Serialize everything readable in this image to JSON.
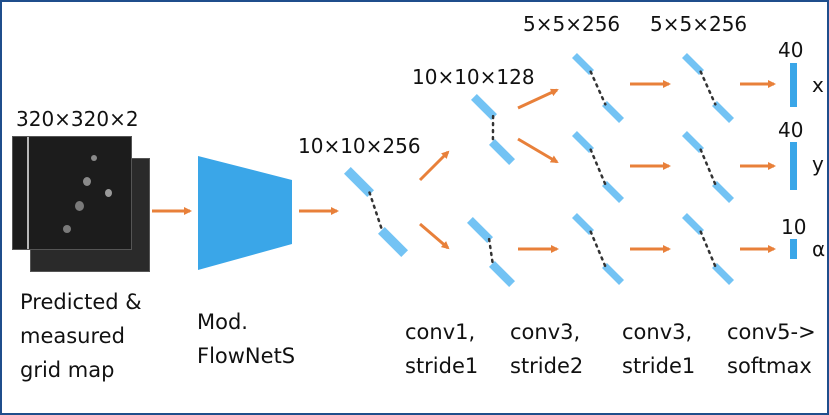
{
  "input": {
    "shape": "320×320×2",
    "caption": "Predicted &\nmeasured\ngrid map"
  },
  "flownet": {
    "caption": "Mod.\nFlowNetS",
    "output_shape": "10×10×256"
  },
  "conv_shapes": {
    "conv1": "10×10×128",
    "conv3a": "5×5×256",
    "conv3b": "5×5×256"
  },
  "outputs": [
    {
      "dim": "40",
      "name": "x"
    },
    {
      "dim": "40",
      "name": "y"
    },
    {
      "dim": "10",
      "name": "α"
    }
  ],
  "layer_captions": [
    "conv1,\nstride1",
    "conv3,\nstride2",
    "conv3,\nstride1",
    "conv5->\nsoftmax"
  ],
  "colors": {
    "block": "#3aa6e8",
    "tile": "#5bb8f2",
    "arrow": "#e8803a",
    "border": "#1f4e8c"
  }
}
